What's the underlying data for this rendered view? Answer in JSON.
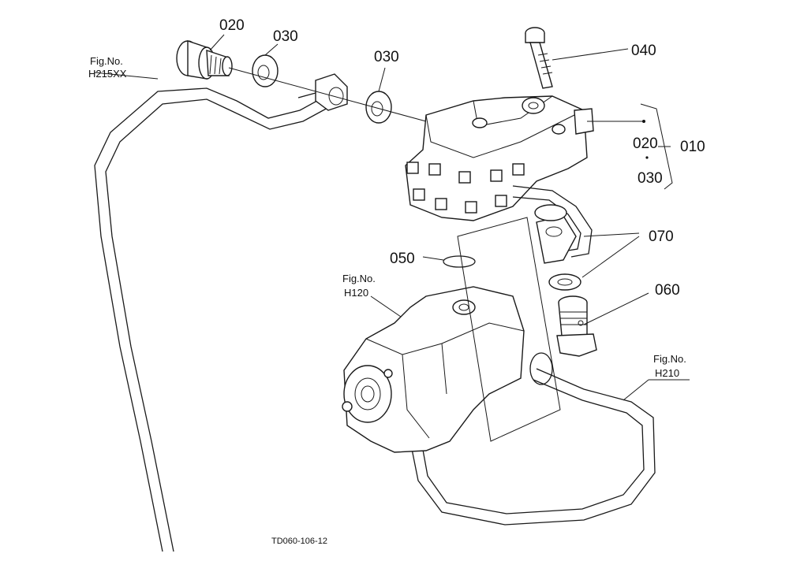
{
  "labels": {
    "p020a": "020",
    "p030a": "030",
    "p030b": "030",
    "p040": "040",
    "p010": "010",
    "p020b": "020",
    "p030c": "030",
    "p070": "070",
    "p050": "050",
    "p060": "060"
  },
  "figs": {
    "h215_line1": "Fig.No.",
    "h215_line2": "H215XX",
    "h120_line1": "Fig.No.",
    "h120_line2": "H120",
    "h210_line1": "Fig.No.",
    "h210_line2": "H210"
  },
  "drawing_code": "TD060-106-12"
}
